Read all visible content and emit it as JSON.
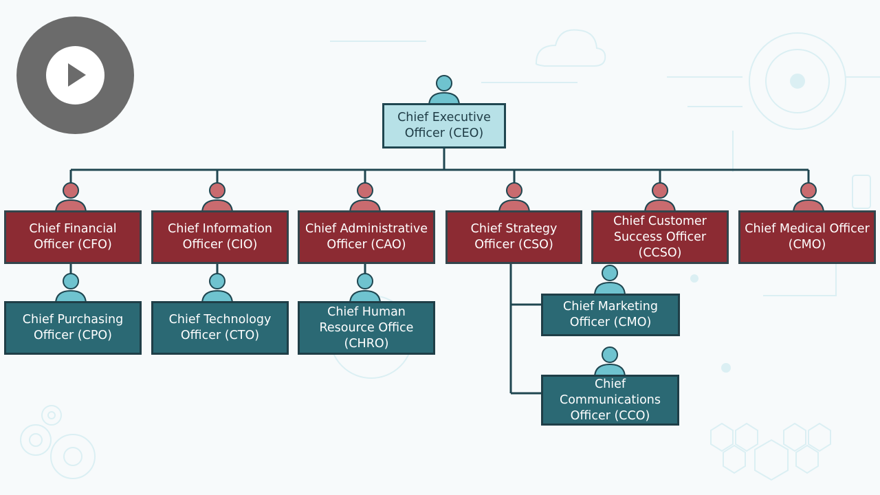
{
  "org_chart": {
    "ceo": {
      "label": "Chief Executive Officer (CEO)"
    },
    "level1": [
      {
        "label": "Chief Financial Officer (CFO)"
      },
      {
        "label": "Chief Information Officer (CIO)"
      },
      {
        "label": "Chief Administrative Officer (CAO)"
      },
      {
        "label": "Chief Strategy Officer (CSO)"
      },
      {
        "label": "Chief Customer Success Officer (CCSO)"
      },
      {
        "label": "Chief Medical Officer (CMO)"
      }
    ],
    "level2": [
      {
        "label": "Chief Purchasing Officer (CPO)"
      },
      {
        "label": "Chief Technology Officer (CTO)"
      },
      {
        "label": "Chief Human Resource Office (CHRO)"
      }
    ],
    "strategy_reports": [
      {
        "label": "Chief Marketing Officer (CMO)"
      },
      {
        "label": "Chief Communications Officer (CCO)"
      }
    ]
  },
  "colors": {
    "ceo_fill": "#b7e1e7",
    "red_fill": "#8c2b33",
    "teal_fill": "#2b6974",
    "connector": "#1f4650",
    "person_teal": "#6fc3cf",
    "person_red": "#c96b6f"
  },
  "icons": [
    "play-icon",
    "person-icon",
    "cloud-icon",
    "gear-icon",
    "hexagon-icon"
  ]
}
